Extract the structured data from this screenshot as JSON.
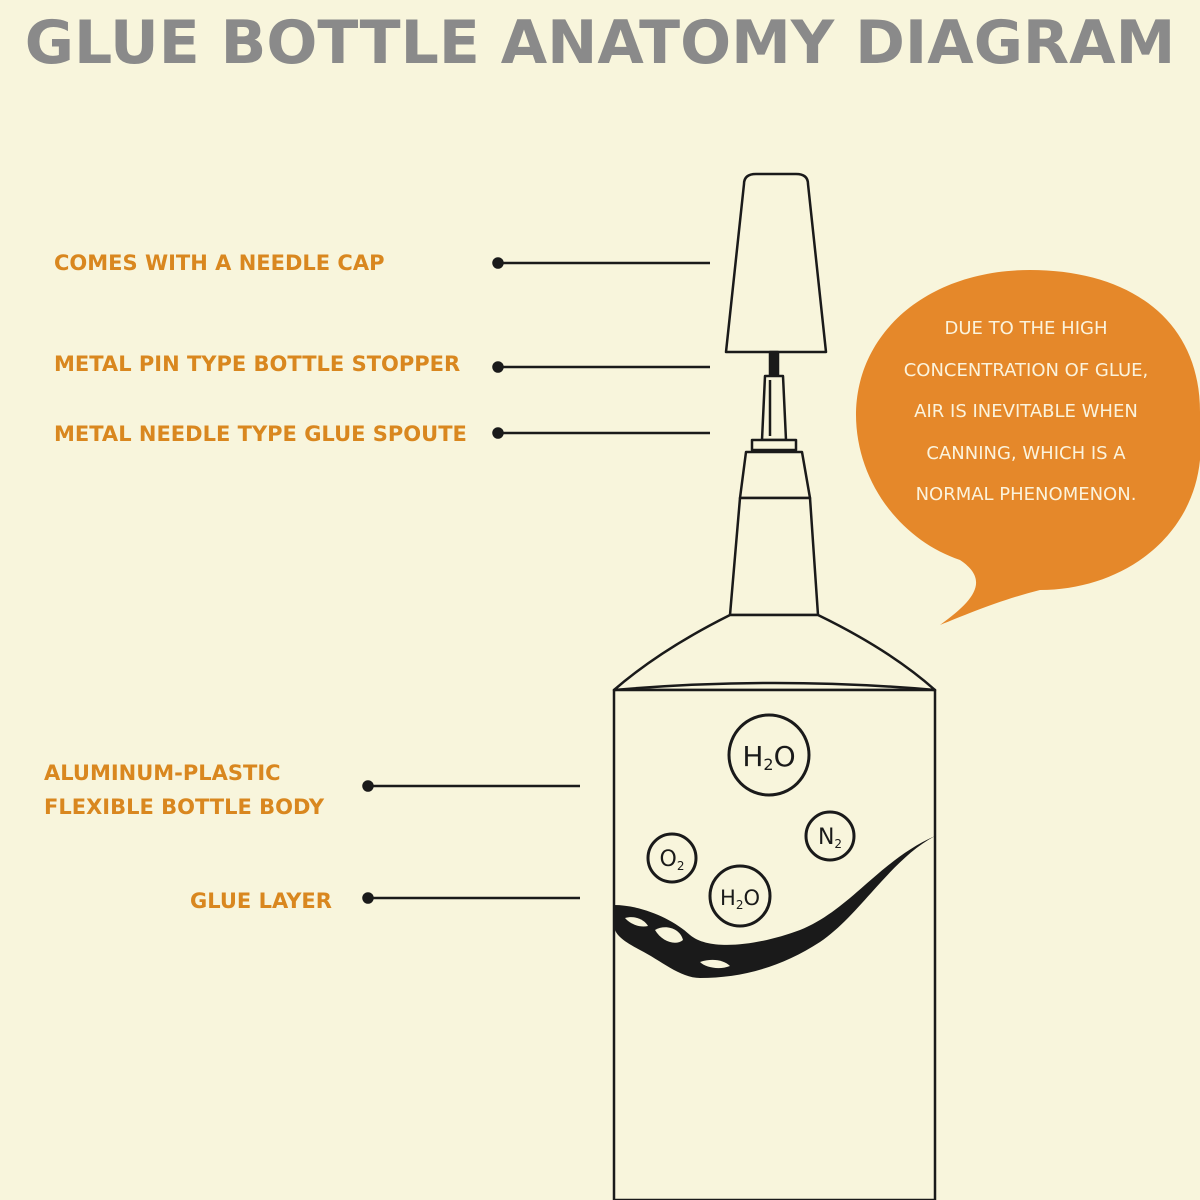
{
  "title": "GLUE BOTTLE ANATOMY DIAGRAM",
  "labels": {
    "needle_cap": "COMES WITH A NEEDLE CAP",
    "stopper": "METAL PIN TYPE BOTTLE STOPPER",
    "spout": "METAL NEEDLE TYPE GLUE SPOUTE",
    "body_line1": "ALUMINUM-PLASTIC",
    "body_line2": "FLEXIBLE BOTTLE BODY",
    "glue_layer": "GLUE LAYER"
  },
  "callout": {
    "lines": [
      "DUE TO THE HIGH",
      "CONCENTRATION OF GLUE,",
      "AIR IS INEVITABLE WHEN",
      "CANNING, WHICH IS A",
      "NORMAL PHENOMENON."
    ]
  },
  "molecules": {
    "h2o_large": {
      "main": "H",
      "sub": "2",
      "tail": "O"
    },
    "n2": {
      "main": "N",
      "sub": "2"
    },
    "o2": {
      "main": "O",
      "sub": "2"
    },
    "h2o_small": {
      "main": "H",
      "sub": "2",
      "tail": "O"
    }
  },
  "colors": {
    "background": "#f8f5dc",
    "title": "#8a8a8a",
    "label": "#d9871f",
    "callout_fill": "#e5882a",
    "callout_text": "#fbf3dc",
    "outline": "#1a1a1a"
  }
}
